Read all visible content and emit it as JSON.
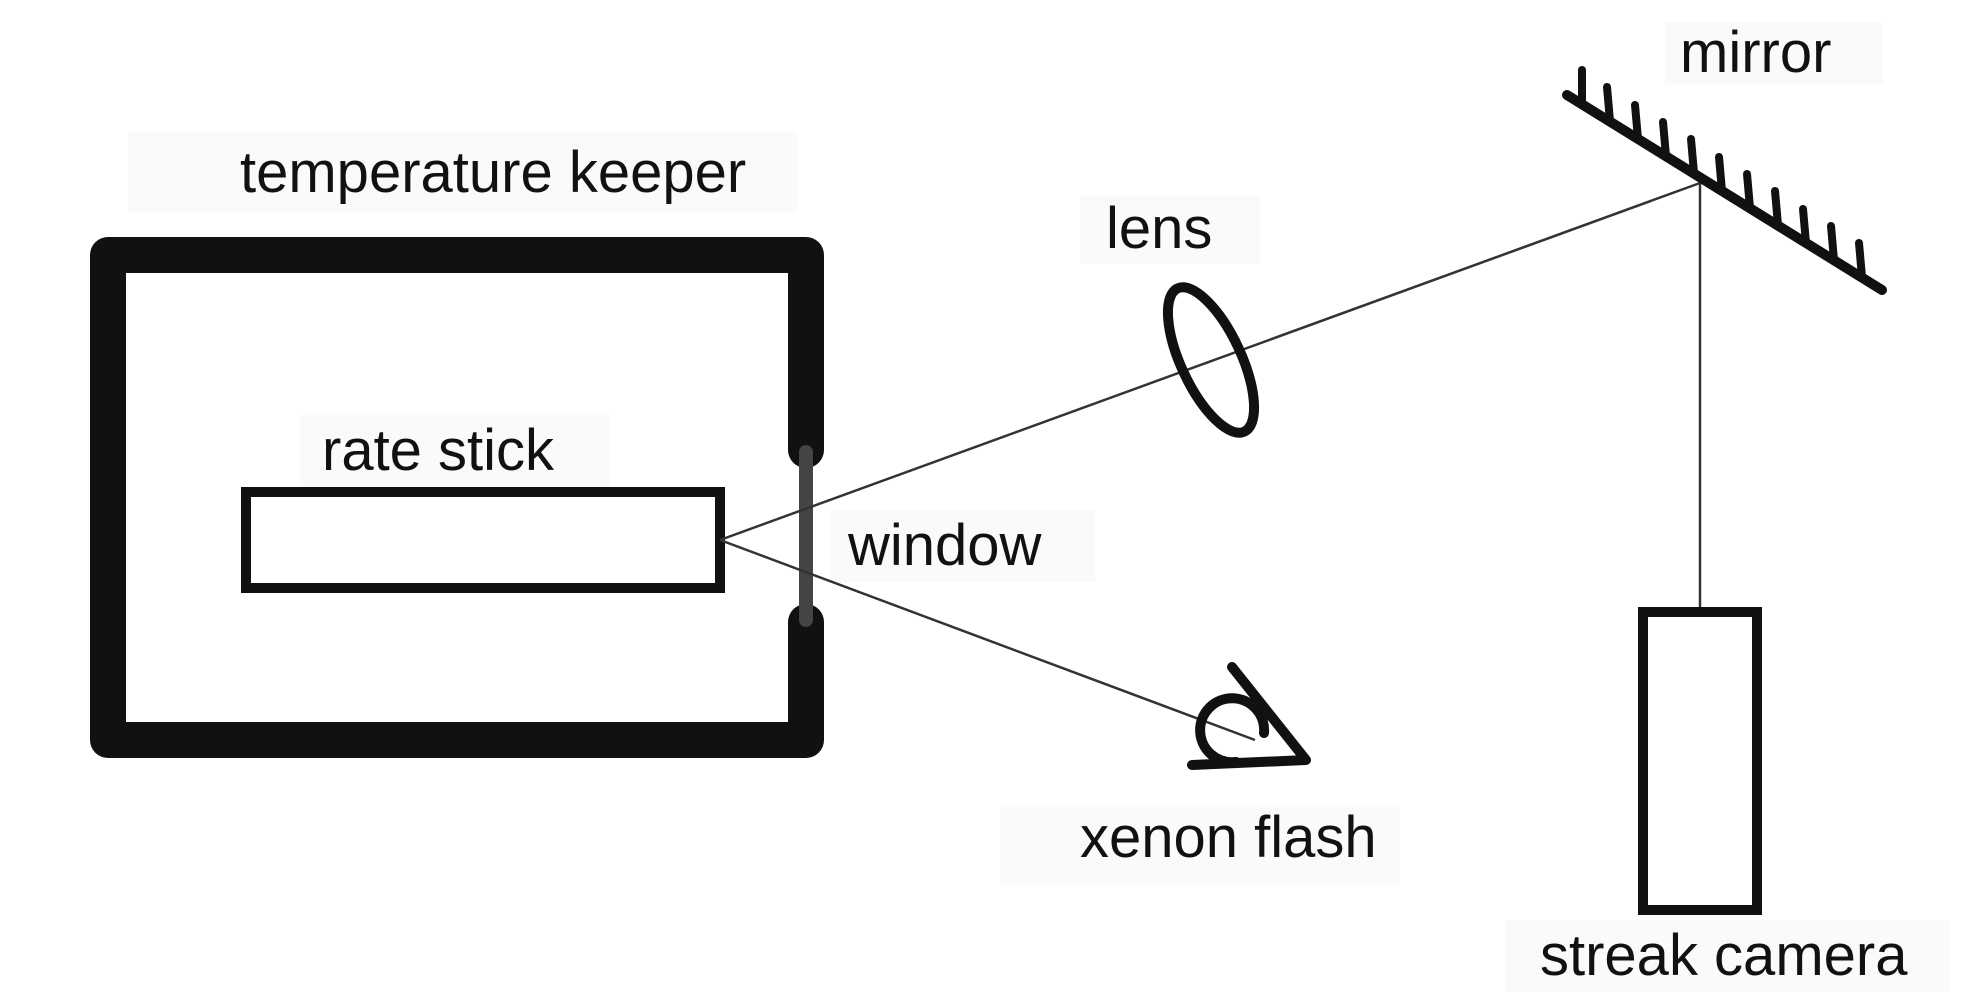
{
  "labels": {
    "temperature_keeper": "temperature keeper",
    "rate_stick": "rate stick",
    "window": "window",
    "lens": "lens",
    "mirror": "mirror",
    "xenon_flash": "xenon flash",
    "streak_camera": "streak camera"
  },
  "colors": {
    "ink": "#111111",
    "beam": "#333333",
    "window_glass": "#444444"
  }
}
